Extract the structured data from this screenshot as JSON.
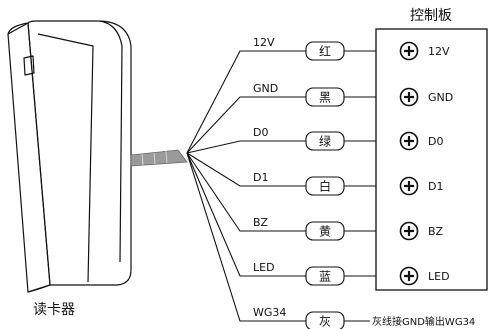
{
  "reader": {
    "label": "读卡器"
  },
  "controller": {
    "title": "控制板"
  },
  "wires": [
    {
      "signal": "12V",
      "color": "红",
      "terminal": "12V"
    },
    {
      "signal": "GND",
      "color": "黑",
      "terminal": "GND"
    },
    {
      "signal": "D0",
      "color": "绿",
      "terminal": "D0"
    },
    {
      "signal": "D1",
      "color": "白",
      "terminal": "D1"
    },
    {
      "signal": "BZ",
      "color": "黄",
      "terminal": "BZ"
    },
    {
      "signal": "LED",
      "color": "蓝",
      "terminal": "LED"
    },
    {
      "signal": "WG34",
      "color": "灰",
      "note": "灰线接GND输出WG34"
    }
  ],
  "colors": {
    "line": "#111111",
    "cable": "#9a9a9a",
    "background": "#ffffff"
  }
}
